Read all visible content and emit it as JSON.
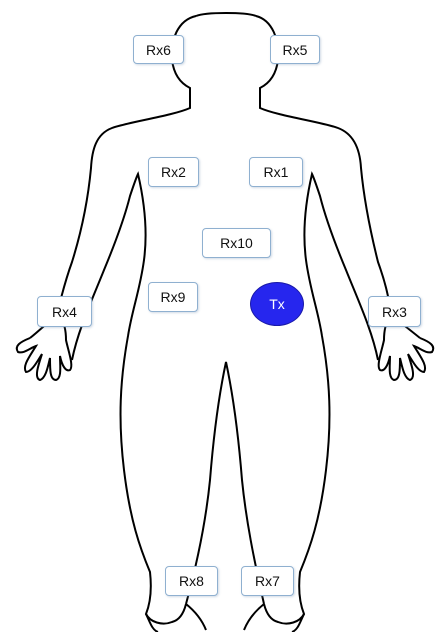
{
  "colors": {
    "outline": "#000000",
    "node_border": "#8fb0d0",
    "transmitter_fill": "#2626ee",
    "transmitter_text": "#ffffff"
  },
  "transmitter": {
    "label": "Tx"
  },
  "receivers": {
    "rx1": "Rx1",
    "rx2": "Rx2",
    "rx3": "Rx3",
    "rx4": "Rx4",
    "rx5": "Rx5",
    "rx6": "Rx6",
    "rx7": "Rx7",
    "rx8": "Rx8",
    "rx9": "Rx9",
    "rx10": "Rx10"
  }
}
